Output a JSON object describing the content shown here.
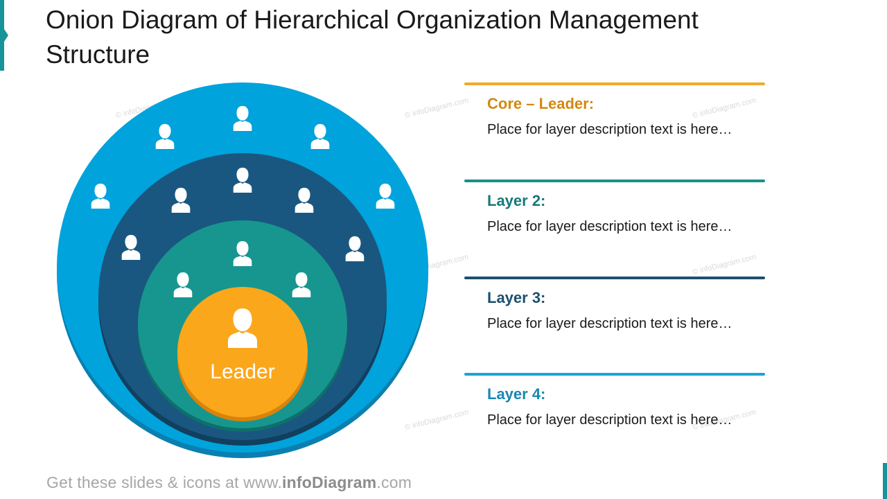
{
  "title": "Onion Diagram of Hierarchical Organization Management Structure",
  "diagram": {
    "core_label": "Leader",
    "people_icon": "person-icon",
    "colors": {
      "outer": "#00a3dc",
      "outer_shadow": "#0a7fb0",
      "layer3": "#1a5780",
      "layer3_shadow": "#123f5e",
      "layer2": "#16968f",
      "layer2_shadow": "#0f6f6a",
      "core": "#fba71b",
      "core_shadow": "#d9830a"
    }
  },
  "layers": [
    {
      "title": "Core – Leader:",
      "description": "Place for layer description text is here…",
      "color": "#f2a829",
      "title_color": "#d4880f"
    },
    {
      "title": "Layer 2:",
      "description": "Place for layer description text is here…",
      "color": "#17918a",
      "title_color": "#157a78"
    },
    {
      "title": "Layer 3:",
      "description": "Place for layer description text is here…",
      "color": "#1d4f6e",
      "title_color": "#1d4f6e"
    },
    {
      "title": "Layer 4:",
      "description": "Place for layer description text is here…",
      "color": "#1aa3da",
      "title_color": "#1987b0"
    }
  ],
  "watermark": "© infoDiagram.com",
  "footer": {
    "prefix": "Get these slides & icons at www.",
    "brand": "infoDiagram",
    "suffix": ".com"
  }
}
